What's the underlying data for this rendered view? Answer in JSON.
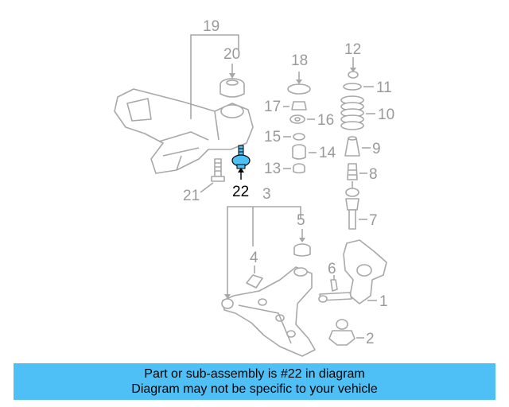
{
  "diagram": {
    "callouts": [
      "1",
      "2",
      "3",
      "4",
      "5",
      "6",
      "7",
      "8",
      "9",
      "10",
      "11",
      "12",
      "13",
      "14",
      "15",
      "16",
      "17",
      "18",
      "19",
      "20",
      "21",
      "22"
    ],
    "highlighted_part": "22",
    "highlight_color": "#4fc0f5",
    "line_color": "#a8a8a8"
  },
  "caption": {
    "line1": "Part or sub-assembly is #22 in diagram",
    "line2": "Diagram may not be specific to your vehicle",
    "background": "#4fc0f5"
  }
}
